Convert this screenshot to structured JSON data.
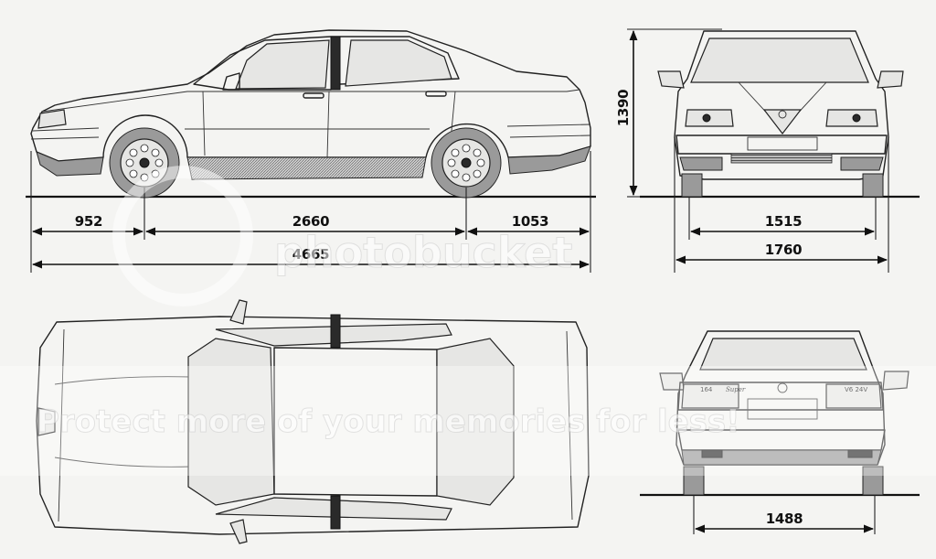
{
  "dimensions": {
    "front_overhang": "952",
    "wheelbase": "2660",
    "rear_overhang": "1053",
    "overall_length": "4665",
    "height": "1390",
    "front_track": "1515",
    "overall_width": "1760",
    "rear_track": "1488"
  },
  "rear_badges": {
    "model": "164",
    "trim": "Super",
    "engine": "V6 24V"
  },
  "watermark": {
    "brand": "photobucket",
    "slogan": "Protect more of your memories for less!"
  },
  "colors": {
    "paper": "#f4f4f2",
    "ink": "#222222"
  }
}
